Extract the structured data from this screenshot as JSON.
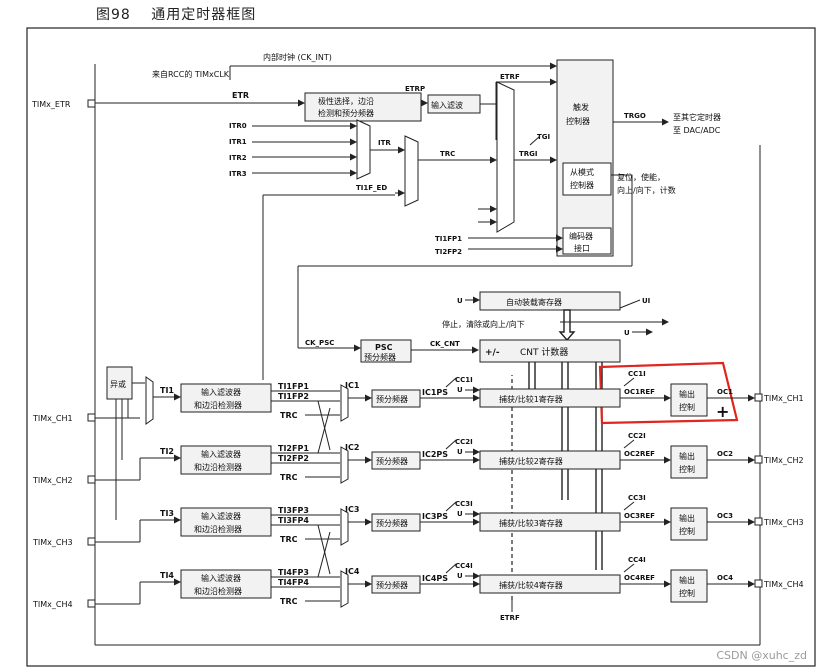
{
  "figure": {
    "title": "图98　 通用定时器框图"
  },
  "watermark": "CSDN @xuhc_zd",
  "pins": {
    "etr": "TIMx_ETR",
    "ch1_in": "TIMx_CH1",
    "ch2_in": "TIMx_CH2",
    "ch3_in": "TIMx_CH3",
    "ch4_in": "TIMx_CH4",
    "ch1_out": "TIMx_CH1",
    "ch2_out": "TIMx_CH2",
    "ch3_out": "TIMx_CH3",
    "ch4_out": "TIMx_CH4"
  },
  "clock": {
    "ck_int": "内部时钟 (CK_INT)",
    "from_rcc": "来自RCC的 TIMxCLK",
    "etr": "ETR",
    "etrp": "ETRP",
    "etrf": "ETRF",
    "itr": [
      "ITR0",
      "ITR1",
      "ITR2",
      "ITR3"
    ],
    "itr_out": "ITR",
    "trc": "TRC",
    "ti1f_ed": "TI1F_ED",
    "tgi": "TGI",
    "trgi": "TRGI",
    "ti1fp1": "TI1FP1",
    "ti2fp2": "TI2FP2"
  },
  "blocks": {
    "polarity_l1": "极性选择，边沿",
    "polarity_l2": "检测和预分频器",
    "input_filter": "输入滤波",
    "trigger_l1": "触发",
    "trigger_l2": "控制器",
    "slave_l1": "从模式",
    "slave_l2": "控制器",
    "encoder_l1": "编码器",
    "encoder_l2": "接口",
    "auto_reload": "自动装载寄存器",
    "psc": "PSC",
    "psc_sub": "预分频器",
    "cnt": "CNT 计数器",
    "xor": "异或",
    "prescaler": "预分频器",
    "filter_l1": "输入滤波器",
    "filter_l2": "和边沿检测器",
    "output_l1": "输出",
    "output_l2": "控制"
  },
  "signals": {
    "trgo": "TRGO",
    "trgo_dest1": "至其它定时器",
    "trgo_dest2": "至 DAC/ADC",
    "reset_l1": "复位，使能，",
    "reset_l2": "向上/向下，计数",
    "stop_clear": "停止，清除或向上/向下",
    "u": "U",
    "ui": "UI",
    "ck_psc": "CK_PSC",
    "ck_cnt": "CK_CNT",
    "plusminus": "+/-",
    "etrf_bottom": "ETRF"
  },
  "channels": [
    {
      "ti": "TI1",
      "fp_a": "TI1FP1",
      "fp_b": "TI1FP2",
      "trc": "TRC",
      "ic": "IC1",
      "icps": "IC1PS",
      "cci": "CC1I",
      "reg": "捕获/比较1寄存器",
      "ocref": "OC1REF",
      "oc": "OC1"
    },
    {
      "ti": "TI2",
      "fp_a": "TI2FP1",
      "fp_b": "TI2FP2",
      "trc": "TRC",
      "ic": "IC2",
      "icps": "IC2PS",
      "cci": "CC2I",
      "reg": "捕获/比较2寄存器",
      "ocref": "OC2REF",
      "oc": "OC2"
    },
    {
      "ti": "TI3",
      "fp_a": "TI3FP3",
      "fp_b": "TI3FP4",
      "trc": "TRC",
      "ic": "IC3",
      "icps": "IC3PS",
      "cci": "CC3I",
      "reg": "捕获/比较3寄存器",
      "ocref": "OC3REF",
      "oc": "OC3"
    },
    {
      "ti": "TI4",
      "fp_a": "TI4FP3",
      "fp_b": "TI4FP4",
      "trc": "TRC",
      "ic": "IC4",
      "icps": "IC4PS",
      "cci": "CC4I",
      "reg": "捕获/比较4寄存器",
      "ocref": "OC4REF",
      "oc": "OC4"
    }
  ],
  "annotation": {
    "mark": "+",
    "color": "#e0261f"
  }
}
